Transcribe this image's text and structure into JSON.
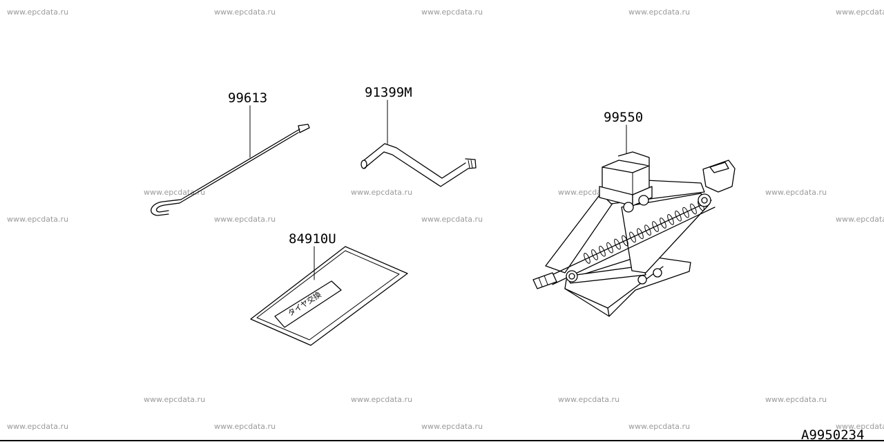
{
  "watermarks": [
    "www.epcdata.ru"
  ],
  "parts": {
    "hook_rod": {
      "part_number": "99613",
      "icon": "jack-handle-hook-icon"
    },
    "crank_handle": {
      "part_number": "91399M",
      "icon": "crank-handle-icon"
    },
    "label_sheet": {
      "part_number": "84910U",
      "icon": "tire-label-icon",
      "label_text": "タイヤ交換"
    },
    "scissor_jack": {
      "part_number": "99550",
      "icon": "scissor-jack-icon"
    }
  },
  "diagram_ref": "A9950234"
}
